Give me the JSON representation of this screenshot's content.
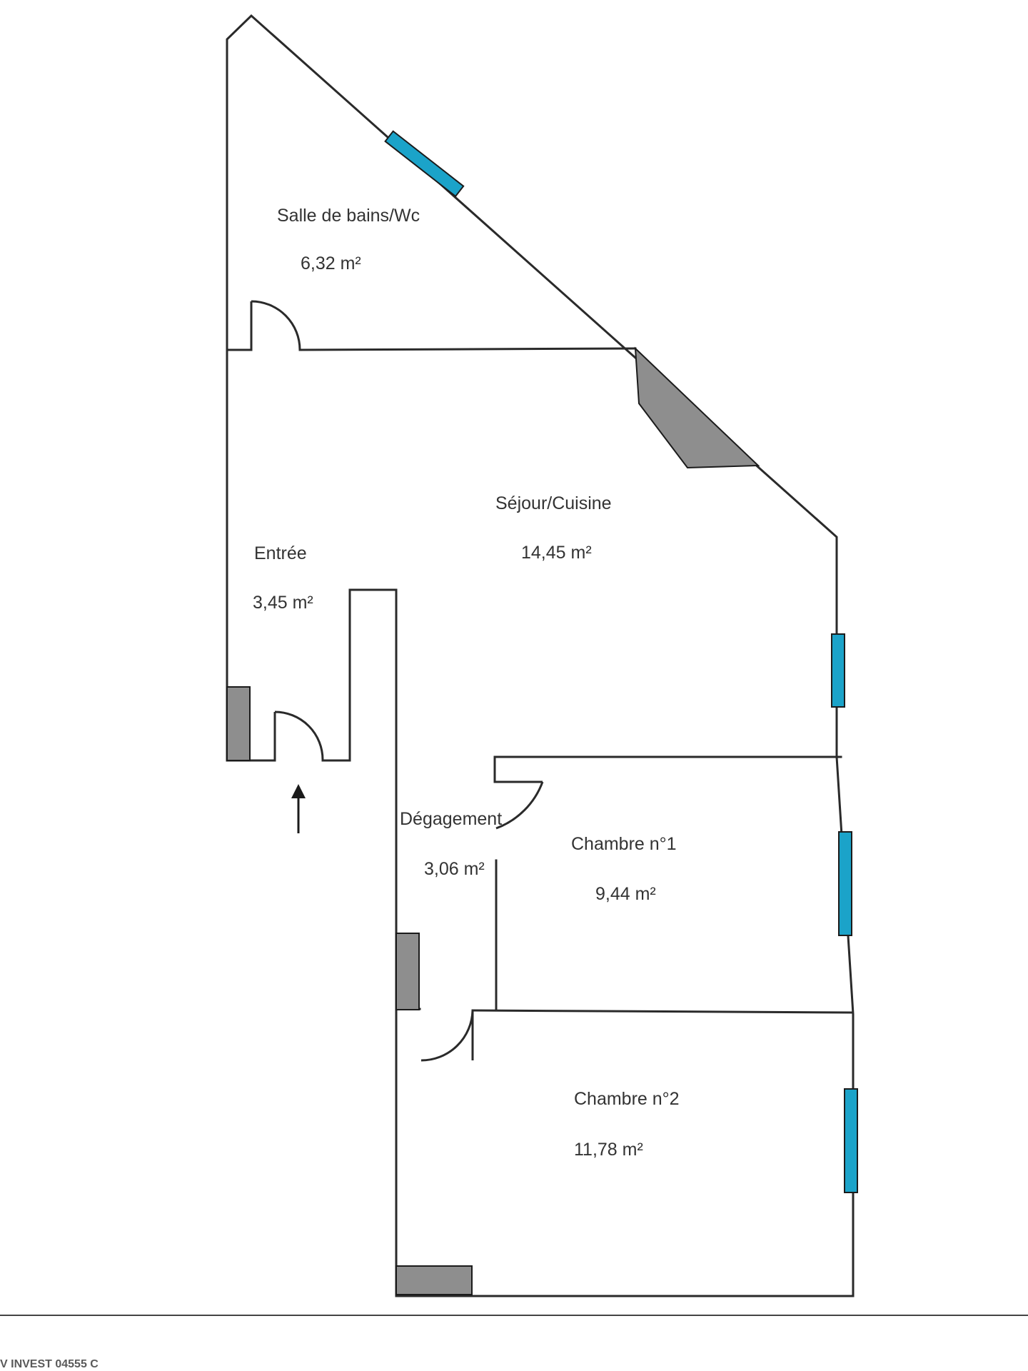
{
  "colors": {
    "wall": "#2a2a2a",
    "window": "#1ba3c9",
    "block": "#8e8e8e",
    "background": "#ffffff",
    "text": "#333333"
  },
  "rooms": [
    {
      "id": "salle-de-bains",
      "name": "Salle de bains/Wc",
      "area": "6,32 m²"
    },
    {
      "id": "sejour-cuisine",
      "name": "Séjour/Cuisine",
      "area": "14,45 m²"
    },
    {
      "id": "entree",
      "name": "Entrée",
      "area": "3,45 m²"
    },
    {
      "id": "degagement",
      "name": "Dégagement",
      "area": "3,06 m²"
    },
    {
      "id": "chambre-1",
      "name": "Chambre n°1",
      "area": "9,44 m²"
    },
    {
      "id": "chambre-2",
      "name": "Chambre n°2",
      "area": "11,78 m²"
    }
  ],
  "entrance_arrow_icon": "arrow-up-icon",
  "footer": {
    "text": "V INVEST 04555 C"
  }
}
